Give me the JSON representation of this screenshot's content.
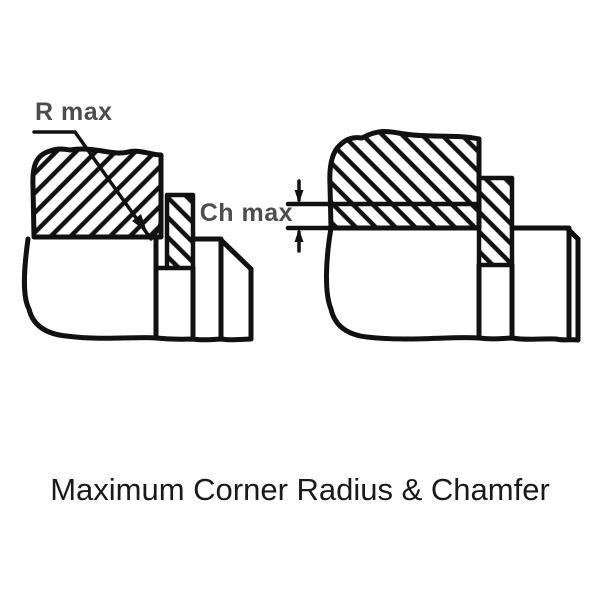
{
  "diagram": {
    "left_figure": {
      "label": "R max",
      "feature": "maximum corner radius"
    },
    "right_figure": {
      "label": "Ch max",
      "feature": "maximum chamfer"
    },
    "caption": "Maximum Corner Radius & Chamfer",
    "colors": {
      "line": "#111111",
      "label_text": "#4d4d4d",
      "caption_text": "#1a1a1a",
      "background": "#ffffff"
    }
  }
}
